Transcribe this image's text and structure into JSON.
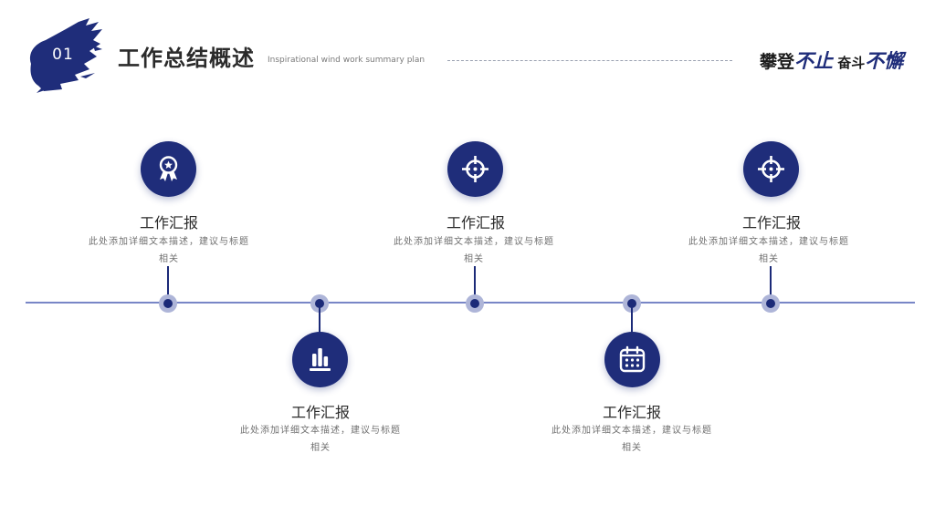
{
  "header": {
    "number": "01",
    "title": "工作总结概述",
    "subtitle": "Inspirational wind work summary plan",
    "slogan": {
      "p1": "攀登",
      "p2": "不止",
      "p3": " 奋斗",
      "p4": "不懈"
    }
  },
  "colors": {
    "primary": "#1f2d7a",
    "timeline": "#7886c6",
    "node_ring": "#aeb5d8"
  },
  "items": [
    {
      "icon": "award-icon",
      "title": "工作汇报",
      "desc": "此处添加详细文本描述，建议与标题相关"
    },
    {
      "icon": "bar-chart-icon",
      "title": "工作汇报",
      "desc": "此处添加详细文本描述，建议与标题相关"
    },
    {
      "icon": "crosshair-icon",
      "title": "工作汇报",
      "desc": "此处添加详细文本描述，建议与标题相关"
    },
    {
      "icon": "calendar-icon",
      "title": "工作汇报",
      "desc": "此处添加详细文本描述，建议与标题相关"
    },
    {
      "icon": "crosshair-icon",
      "title": "工作汇报",
      "desc": "此处添加详细文本描述，建议与标题相关"
    }
  ]
}
